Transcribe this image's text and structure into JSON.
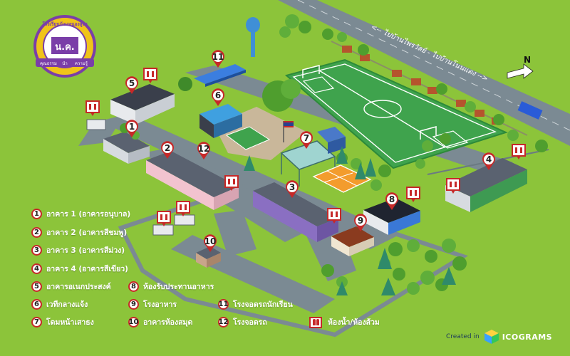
{
  "logo": {
    "top_text": "โรงเรียนบ้านหนองสูงฯ",
    "initials": "น.ค.",
    "motto_left": "คุณธรรม",
    "motto_mid": "นำ",
    "motto_right": "ความรู้"
  },
  "road_label": "<-- ไปบ้านไพรวัลย์ - ไปบ้านโนนแดง -->",
  "north_label": "N",
  "pins": [
    {
      "label": "1"
    },
    {
      "label": "2"
    },
    {
      "label": "3"
    },
    {
      "label": "4"
    },
    {
      "label": "5"
    },
    {
      "label": "6"
    },
    {
      "label": "7"
    },
    {
      "label": "8"
    },
    {
      "label": "9"
    },
    {
      "label": "10"
    },
    {
      "label": "11"
    },
    {
      "label": "12"
    }
  ],
  "legend": [
    {
      "num": "1",
      "text": "อาคาร 1 (อาคารอนุบาล)"
    },
    {
      "num": "2",
      "text": "อาคาร 2 (อาคารสีชมพู)"
    },
    {
      "num": "3",
      "text": "อาคาร 3 (อาคารสีม่วง)"
    },
    {
      "num": "4",
      "text": "อาคาร 4 (อาคารสีเขียว)"
    },
    {
      "num": "5",
      "text": "อาคารอเนกประสงค์"
    },
    {
      "num": "6",
      "text": "เวทีกลางแจ้ง"
    },
    {
      "num": "7",
      "text": "โดมหน้าเสาธง"
    },
    {
      "num": "8",
      "text": "ห้องรับประทานอาหาร"
    },
    {
      "num": "9",
      "text": "โรงอาหาร"
    },
    {
      "num": "10",
      "text": "อาคารห้องสมุด"
    },
    {
      "num": "11",
      "text": "โรงจอดรถนักเรียน"
    },
    {
      "num": "12",
      "text": "โรงจอดรถ"
    }
  ],
  "legend_toilet": "ห้องน้ำ/ห้องส้วม",
  "credit": {
    "created_in": "Created in",
    "brand": "ICOGRAMS"
  },
  "colors": {
    "grass": "#8cc43a",
    "road": "#7b8a93",
    "pin": "#c62828",
    "field": "#3fa34d"
  }
}
